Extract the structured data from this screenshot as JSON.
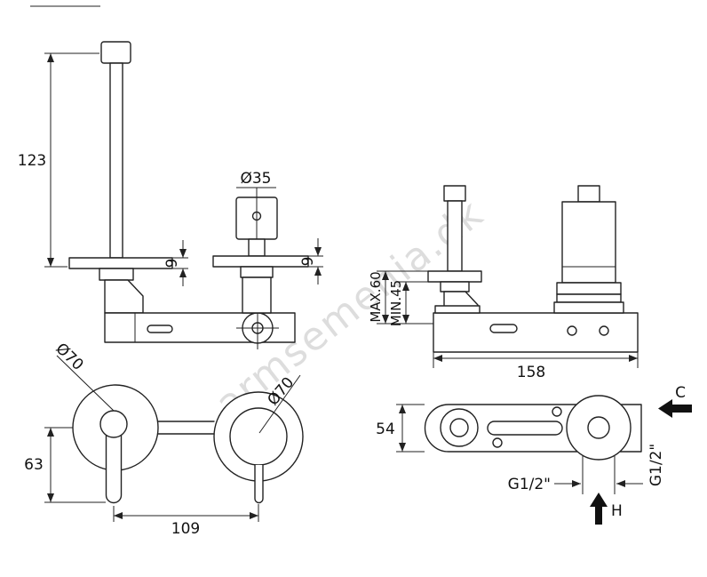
{
  "watermark": {
    "text": "armsemenia.dk"
  },
  "dimensions": {
    "spout_height": "123",
    "spout_plate_thickness": "9",
    "handle_diameter": "Ø35",
    "handle_plate_thickness": "9",
    "recess_max": "MAX.60",
    "recess_min": "MIN.45",
    "body_length": "158",
    "spout_escutcheon": "Ø70",
    "handle_escutcheon": "Ø70",
    "spout_drop": "63",
    "center_distance": "109",
    "body_height": "54",
    "outlet_thread": "G1/2\"",
    "side_thread": "G1/2\"",
    "cold": "C",
    "hot": "H"
  }
}
